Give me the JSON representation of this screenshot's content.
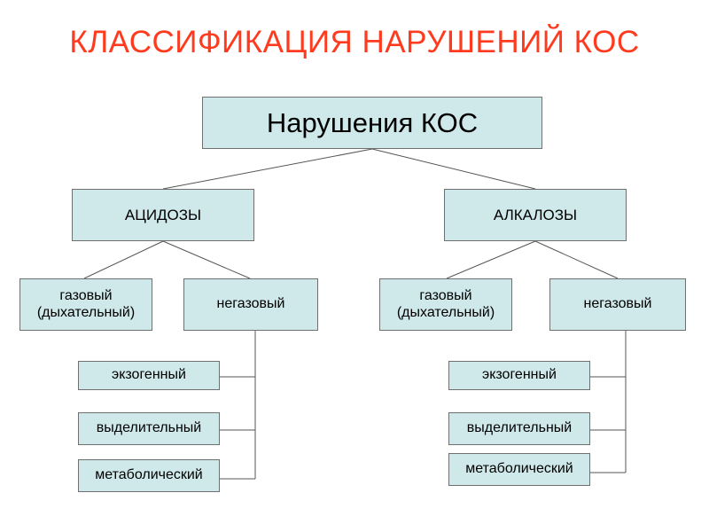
{
  "title": "КЛАССИФИКАЦИЯ НАРУШЕНИЙ КОС",
  "root": "Нарушения КОС",
  "branches": [
    {
      "label": "АЦИДОЗЫ",
      "gas": "газовый (дыхательный)",
      "nongas": "негазовый",
      "leaves": [
        "экзогенный",
        "выделительный",
        "метаболический"
      ]
    },
    {
      "label": "АЛКАЛОЗЫ",
      "gas": "газовый (дыхательный)",
      "nongas": "негазовый",
      "leaves": [
        "экзогенный",
        "выделительный",
        "метаболический"
      ]
    }
  ],
  "colors": {
    "title": "#ff3b1f",
    "box_fill": "#cfe8ea",
    "box_border": "#6f6f6f",
    "line": "#555555"
  }
}
